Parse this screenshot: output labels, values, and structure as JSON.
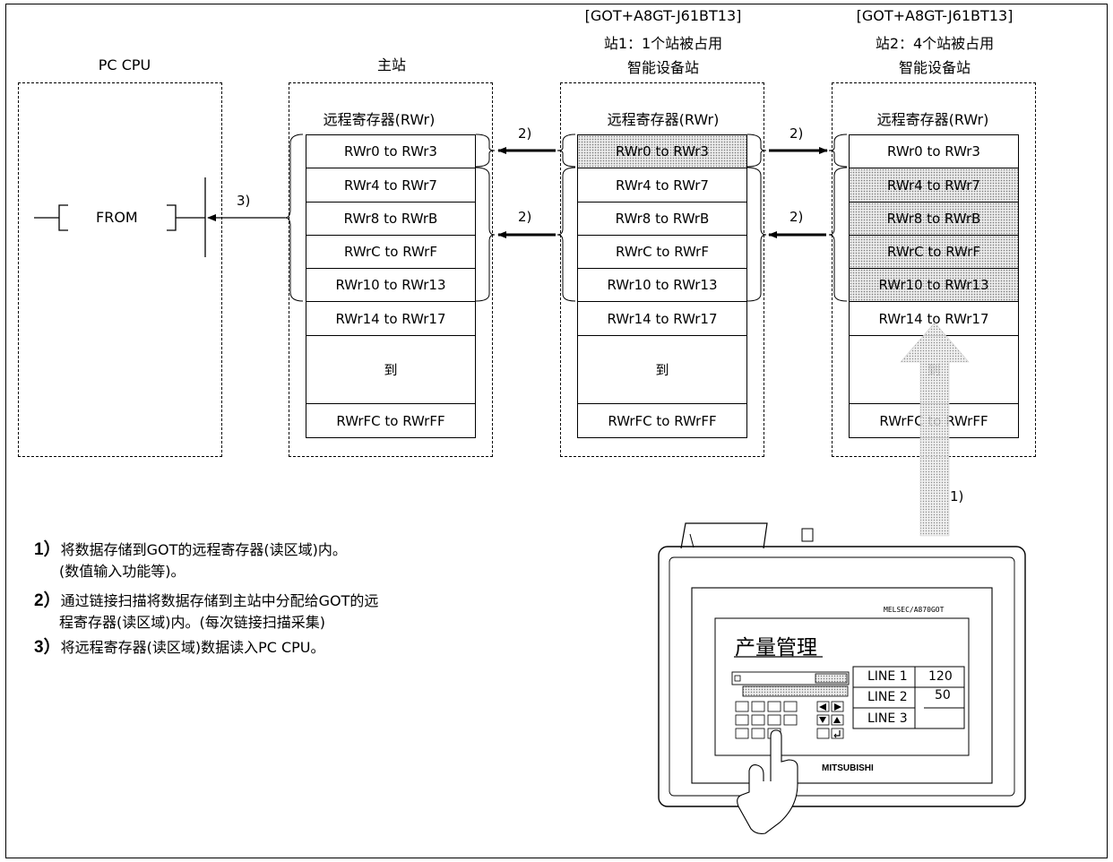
{
  "pc_cpu": {
    "title": "PC CPU",
    "instruction": "FROM"
  },
  "master": {
    "title": "主站",
    "register_title": "远程寄存器(RWr)"
  },
  "station1": {
    "header": [
      "[GOT+A8GT-J61BT13]",
      "站1：1个站被占用",
      "智能设备站"
    ],
    "register_title": "远程寄存器(RWr)"
  },
  "station2": {
    "header": [
      "[GOT+A8GT-J61BT13]",
      "站2：4个站被占用",
      "智能设备站"
    ],
    "register_title": "远程寄存器(RWr)"
  },
  "registers": [
    "RWr0 to RWr3",
    "RWr4 to RWr7",
    "RWr8 to RWrB",
    "RWrC to RWrF",
    "RWr10 to RWr13",
    "RWr14 to RWr17",
    "到",
    "RWrFC to RWrFF"
  ],
  "shaded": {
    "station1": [
      0
    ],
    "station2": [
      1,
      2,
      3,
      4
    ]
  },
  "arrow_labels": {
    "link_scan": "2)",
    "read": "3)",
    "store": "1)"
  },
  "got_panel": {
    "model": "MELSEC/A870GOT",
    "screen_title": "产量管理",
    "brand": "MITSUBISHI",
    "table": [
      {
        "line": "LINE 1",
        "value": "120"
      },
      {
        "line": "LINE 2",
        "value": "50"
      },
      {
        "line": "LINE 3",
        "value": ""
      }
    ]
  },
  "notes": [
    {
      "num": "1）",
      "text": "将数据存储到GOT的远程寄存器(读区域)内。"
    },
    {
      "num": "",
      "text": "(数值输入功能等)。"
    },
    {
      "num": "2）",
      "text": "通过链接扫描将数据存储到主站中分配给GOT的远"
    },
    {
      "num": "",
      "text": "程寄存器(读区域)内。(每次链接扫描采集)"
    },
    {
      "num": "3）",
      "text": "将远程寄存器(读区域)数据读入PC CPU。"
    }
  ]
}
